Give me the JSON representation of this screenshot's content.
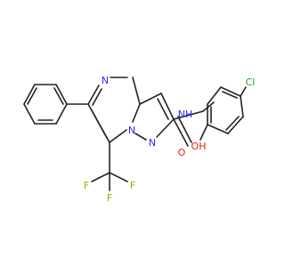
{
  "molecule": {
    "colors": {
      "bond": "#222222",
      "nitrogen": "#2a2aff",
      "oxygen": "#e0201a",
      "chlorine": "#18a018",
      "fluorine": "#b0a000"
    },
    "atoms": {
      "n_pyrimidine": "N",
      "n_bridge": "N",
      "n_pyrazole": "N",
      "o_carbonyl": "O",
      "nh_amide": "NH",
      "oh_hydroxyl": "OH",
      "cl": "Cl",
      "f1": "F",
      "f2": "F",
      "f3": "F"
    }
  }
}
